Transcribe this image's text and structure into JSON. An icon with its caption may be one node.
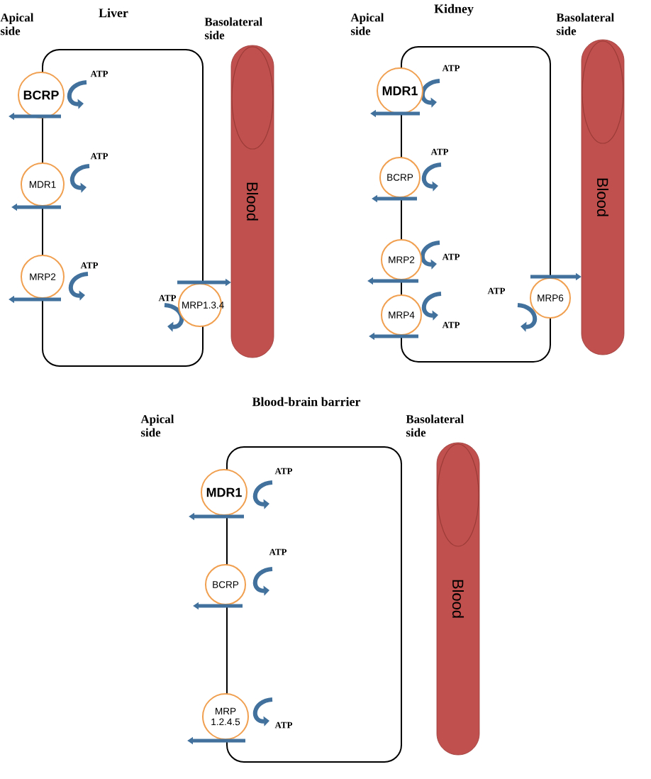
{
  "diagram": {
    "nodes": [
      {
        "text": [
          "BCRP"
        ]
      },
      {
        "text": [
          "MDR1"
        ]
      },
      {
        "text": [
          "MRP2"
        ]
      },
      {
        "text": [
          "MRP1.3.4"
        ]
      },
      {
        "text": [
          "Blood"
        ]
      },
      {
        "text": [
          "MDR1"
        ]
      },
      {
        "text": [
          "BCRP"
        ]
      },
      {
        "text": [
          "MRP2"
        ]
      },
      {
        "text": [
          "MRP4"
        ]
      },
      {
        "text": [
          "MRP6"
        ]
      },
      {
        "text": [
          "Blood"
        ]
      },
      {
        "text": [
          "MDR1"
        ]
      },
      {
        "text": [
          "BCRP"
        ]
      },
      {
        "text": [
          "MRP 1.2.4.5"
        ]
      },
      {
        "text": [
          "Blood"
        ]
      }
    ],
    "edges": [
      {
        "from": 0,
        "to": null,
        "arrow": "to"
      },
      {
        "from": 1,
        "to": null,
        "arrow": "to"
      },
      {
        "from": 2,
        "to": null,
        "arrow": "to"
      },
      {
        "from": 3,
        "to": 4,
        "arrow": "to"
      },
      {
        "from": 5,
        "to": null,
        "arrow": "to"
      },
      {
        "from": 6,
        "to": null,
        "arrow": "to"
      },
      {
        "from": 7,
        "to": null,
        "arrow": "to"
      },
      {
        "from": 8,
        "to": null,
        "arrow": "to"
      },
      {
        "from": 9,
        "to": 10,
        "arrow": "to"
      },
      {
        "from": 11,
        "to": null,
        "arrow": "to"
      },
      {
        "from": 12,
        "to": null,
        "arrow": "to"
      },
      {
        "from": 13,
        "to": null,
        "arrow": "to"
      }
    ],
    "labels": [
      "Apical side",
      "Liver",
      "Basolateral side",
      "ATP",
      "ATP",
      "ATP",
      "ATP",
      "Apical side",
      "Kidney",
      "Basolateral side",
      "ATP",
      "ATP",
      "ATP",
      "ATP",
      "ATP",
      "Blood-brain barrier",
      "Apical side",
      "Basolateral side",
      "ATP",
      "ATP",
      "ATP"
    ]
  }
}
